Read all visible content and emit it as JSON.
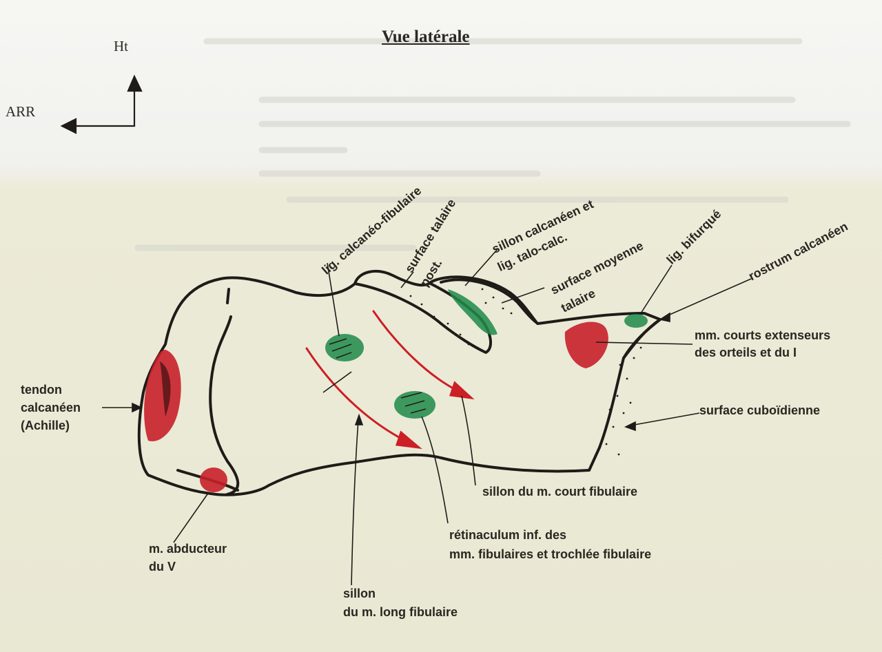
{
  "title": "Vue latérale",
  "orientation": {
    "up_label": "Ht",
    "back_label": "ARR"
  },
  "labels": {
    "tendon": [
      "tendon",
      "calcanéen",
      "(Achille)"
    ],
    "abducteur": [
      "m. abducteur",
      "du V"
    ],
    "sillon_long": [
      "sillon",
      "du m. long fibulaire"
    ],
    "retinaculum": [
      "rétinaculum inf. des",
      "mm. fibulaires et trochlée fibulaire"
    ],
    "sillon_court": "sillon du m. court fibulaire",
    "surface_cuboidienne": "surface cuboïdienne",
    "mm_courts": [
      "mm. courts extenseurs",
      "des orteils et du I"
    ],
    "rostrum": "rostrum calcanéen",
    "lig_bifurque": "lig. bifurqué",
    "surface_moyenne": [
      "surface moyenne",
      "talaire"
    ],
    "sillon_calcaneen": [
      "sillon calcanéen et",
      "lig. talo-calc."
    ],
    "surface_talaire_post": [
      "surface talaire",
      "post."
    ],
    "lig_calcaneo_fibulaire": "lig. calcanéo-fibulaire"
  },
  "colors": {
    "ink": "#1e1b18",
    "muscle_red": "#c8202a",
    "ligament_green": "#1f8a4a",
    "arrow_red": "#cc1f26"
  }
}
